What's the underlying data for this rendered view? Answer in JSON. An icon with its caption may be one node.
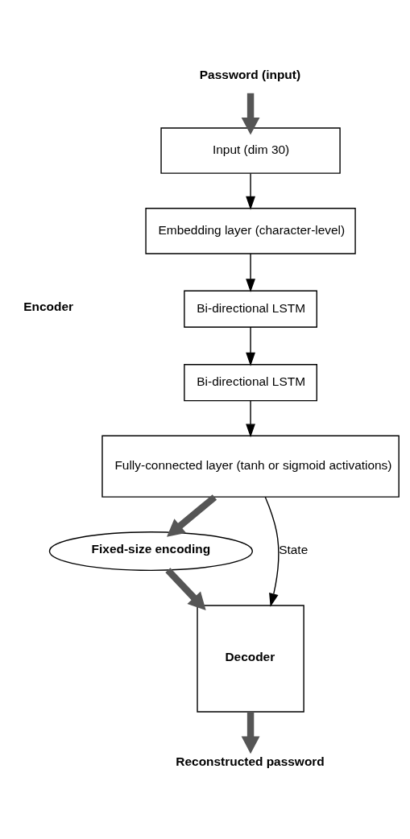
{
  "diagram": {
    "nodes": [
      {
        "text": [
          "Password (input)"
        ]
      },
      {
        "text": [
          "Input (dim 30)"
        ]
      },
      {
        "text": [
          "Embedding layer (character-level)"
        ]
      },
      {
        "text": [
          "Bi-directional LSTM"
        ]
      },
      {
        "text": [
          "Bi-directional LSTM"
        ]
      },
      {
        "text": [
          "Fully-connected layer (tanh or sigmoid activations)"
        ]
      },
      {
        "text": [
          "Fixed-size encoding"
        ]
      },
      {
        "text": [
          "Decoder"
        ]
      },
      {
        "text": [
          "Reconstructed password"
        ]
      }
    ],
    "edges": [
      {
        "from": 0,
        "to": 1,
        "arrow": "to",
        "style": "thick"
      },
      {
        "from": 1,
        "to": 2,
        "arrow": "to"
      },
      {
        "from": 2,
        "to": 3,
        "arrow": "to"
      },
      {
        "from": 3,
        "to": 4,
        "arrow": "to"
      },
      {
        "from": 4,
        "to": 5,
        "arrow": "to"
      },
      {
        "from": 5,
        "to": 6,
        "arrow": "to",
        "style": "thick"
      },
      {
        "from": 5,
        "to": 7,
        "arrow": "to",
        "label": "State"
      },
      {
        "from": 6,
        "to": 7,
        "arrow": "to",
        "style": "thick"
      },
      {
        "from": 7,
        "to": 8,
        "arrow": "to",
        "style": "thick"
      }
    ],
    "labels": [
      "Encoder"
    ]
  }
}
